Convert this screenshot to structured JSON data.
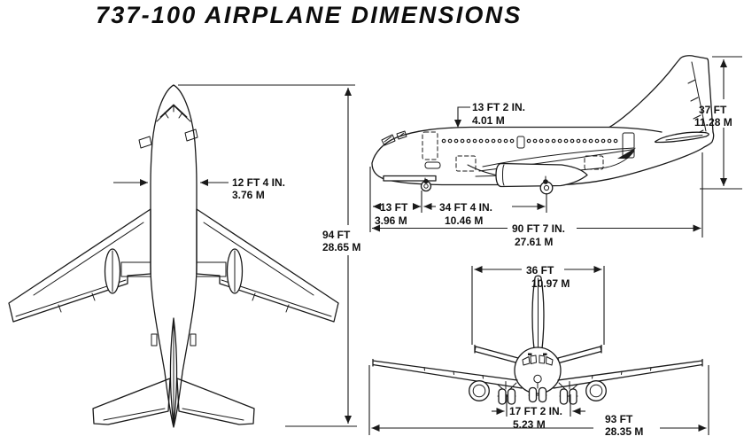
{
  "title": "737-100 AIRPLANE DIMENSIONS",
  "colors": {
    "ink": "#1a1a1a",
    "paper": "#ffffff"
  },
  "dimensions": {
    "fuselage_width": {
      "ft": "12 FT 4 IN.",
      "m": "3.76 M"
    },
    "overall_length": {
      "ft": "94 FT",
      "m": "28.65 M"
    },
    "body_height": {
      "ft": "13 FT 2 IN.",
      "m": "4.01 M"
    },
    "tail_height": {
      "ft": "37 FT",
      "m": "11.28 M"
    },
    "nose_to_nose_gear": {
      "ft": "13 FT",
      "m": "3.96 M"
    },
    "wheelbase": {
      "ft": "34 FT 4 IN.",
      "m": "10.46 M"
    },
    "fuselage_length": {
      "ft": "90 FT 7 IN.",
      "m": "27.61 M"
    },
    "stabilizer_span": {
      "ft": "36 FT",
      "m": "10.97 M"
    },
    "main_gear_track": {
      "ft": "17 FT 2 IN.",
      "m": "5.23 M"
    },
    "wingspan": {
      "ft": "93 FT",
      "m": "28.35 M"
    }
  }
}
